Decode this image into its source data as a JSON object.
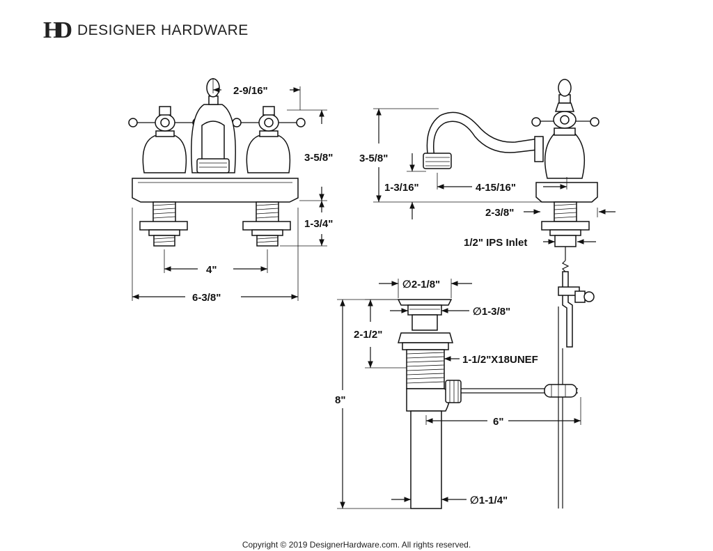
{
  "header": {
    "logo_text": "HD",
    "brand_name": "DESIGNER HARDWARE"
  },
  "dimensions": {
    "front_spout_offset": "2-9/16\"",
    "front_height": "3-5/8\"",
    "front_shank": "1-3/4\"",
    "front_spread": "4\"",
    "front_overall_width": "6-3/8\"",
    "side_height": "3-5/8\"",
    "side_spout_clearance": "1-3/16\"",
    "side_spout_reach": "4-15/16\"",
    "side_handle_depth": "2-3/8\"",
    "side_inlet": "1/2\" IPS Inlet",
    "drain_flange_dia": "∅2-1/8\"",
    "drain_stopper_dia": "∅1-3/8\"",
    "drain_body_height": "2-1/2\"",
    "drain_thread": "1-1/2\"X18UNEF",
    "drain_overall_height": "8\"",
    "drain_rod_length": "6\"",
    "drain_tail_dia": "∅1-1/4\""
  },
  "footer": {
    "copyright": "Copyright © 2019 DesignerHardware.com. All rights reserved."
  }
}
